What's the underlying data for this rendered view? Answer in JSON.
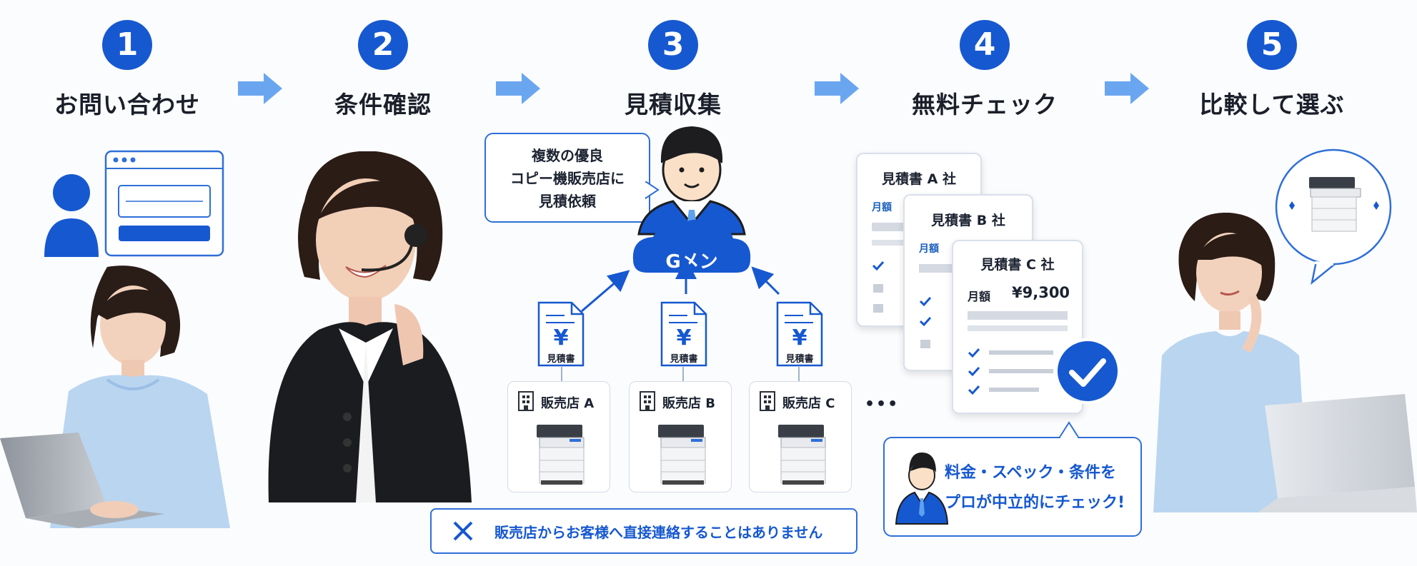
{
  "steps": [
    {
      "number": "1",
      "label": "お問い合わせ"
    },
    {
      "number": "2",
      "label": "条件確認"
    },
    {
      "number": "3",
      "label": "見積収集"
    },
    {
      "number": "4",
      "label": "無料チェック"
    },
    {
      "number": "5",
      "label": "比較して選ぶ"
    }
  ],
  "bubble": {
    "lines": [
      "複数の優良",
      "コピー機販売店に",
      "見積依頼"
    ]
  },
  "gmen": {
    "label": "Gメン"
  },
  "estimate_icon_label": "見積書",
  "yen_symbol": "¥",
  "stores": [
    {
      "label": "販売店 A"
    },
    {
      "label": "販売店 B"
    },
    {
      "label": "販売店 C"
    }
  ],
  "ellipsis": "•••",
  "notice": {
    "text": "販売店からお客様へ直接連絡することはありません"
  },
  "quotes": [
    {
      "title": "見積書 A 社",
      "monthly_label": "月額"
    },
    {
      "title": "見積書 B 社",
      "monthly_label": "月額"
    },
    {
      "title": "見積書 C 社",
      "monthly_label": "月額",
      "amount": "¥9,300"
    }
  ],
  "check_callout": {
    "lines": [
      "料金・スペック・条件を",
      "プロが中立的にチェック!"
    ]
  },
  "colors": {
    "primary": "#1658d0",
    "arrow": "#6aa6f0",
    "border": "#2f6fd8"
  }
}
